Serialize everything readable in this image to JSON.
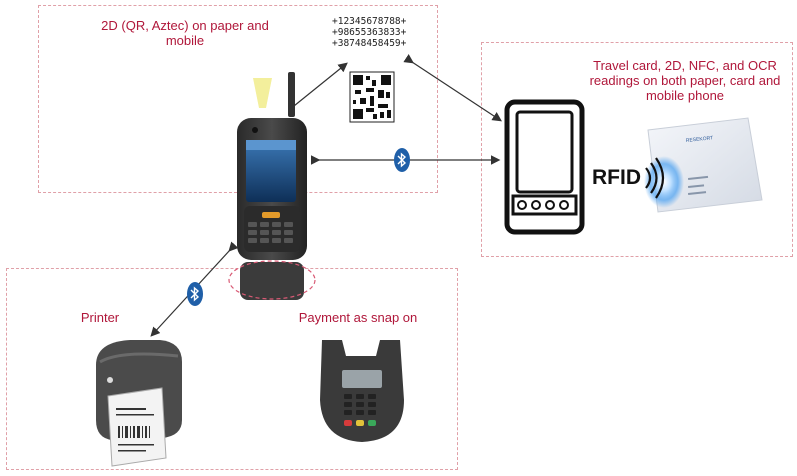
{
  "labels": {
    "scan_2d": "2D (QR, Aztec) on paper and mobile",
    "travel": "Travel card, 2D, NFC, and OCR readings on both paper, card and mobile phone",
    "printer": "Printer",
    "payment": "Payment as snap on",
    "rfid": "RFID"
  },
  "codes": [
    "+12345678788+",
    "+98655363833+",
    "+38748458459+"
  ],
  "icons": {
    "bluetooth": "bluetooth-icon",
    "qr": "qr-code-icon"
  },
  "colors": {
    "label_red": "#b0173a",
    "box_border": "#e0a0a8",
    "bluetooth_blue": "#1f5fa8"
  }
}
